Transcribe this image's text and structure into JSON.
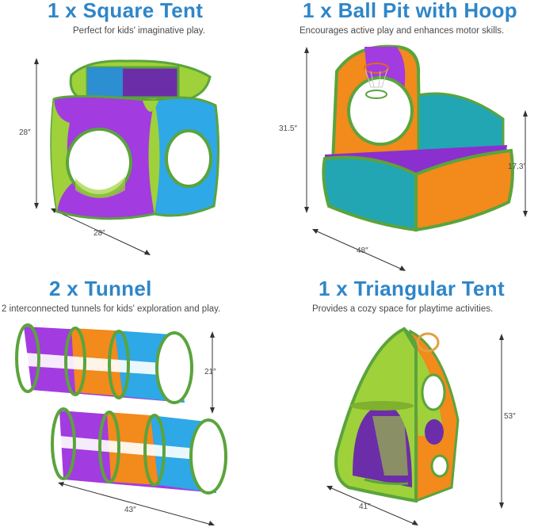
{
  "panels": [
    {
      "title": "1 x Square Tent",
      "subtitle": "Perfect for kids' imaginative play.",
      "dimensions": [
        "28″",
        "28″"
      ]
    },
    {
      "title": "1 x Ball Pit with Hoop",
      "subtitle": "Encourages active play and enhances motor skills.",
      "dimensions": [
        "31.5″",
        "17.3″",
        "48″"
      ]
    },
    {
      "title": "2 x Tunnel",
      "subtitle": "2 interconnected tunnels for kids' exploration and play.",
      "dimensions": [
        "21″",
        "43″"
      ]
    },
    {
      "title": "1 x Triangular Tent",
      "subtitle": "Provides a cozy space for playtime activities.",
      "dimensions": [
        "53″",
        "41″"
      ]
    }
  ],
  "colors": {
    "title": "#2e86c9",
    "lime": "#9fd13a",
    "purple": "#a23be0",
    "blue": "#2ea8e6",
    "teal": "#22a6b3",
    "orange": "#f28a1c",
    "trim": "#5aa43c"
  }
}
